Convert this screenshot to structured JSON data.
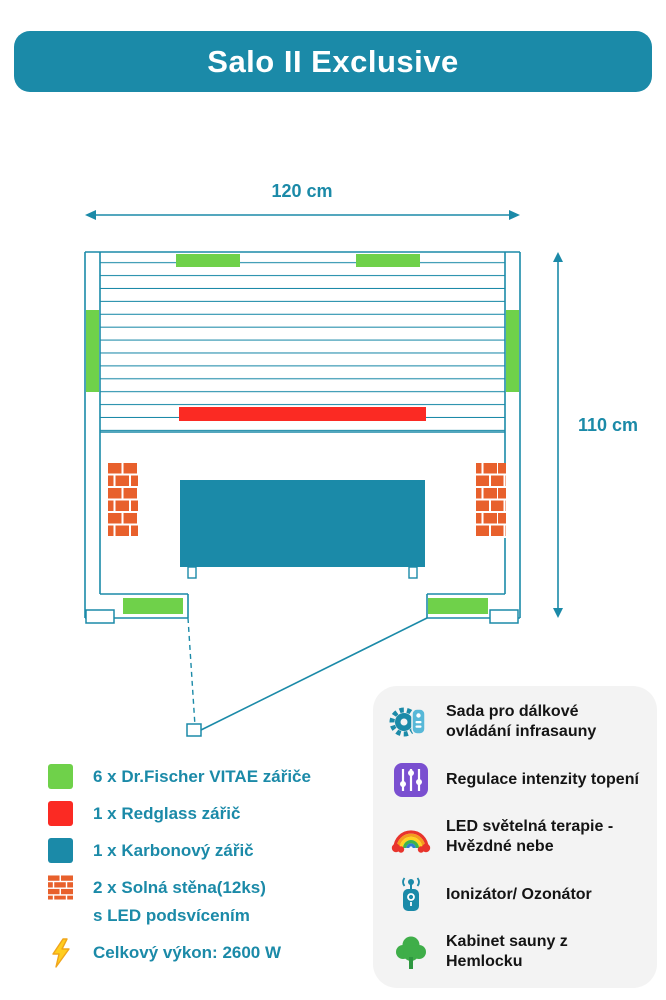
{
  "header": {
    "title": "Salo II Exclusive"
  },
  "diagram": {
    "width_label": "120 cm",
    "height_label": "110 cm"
  },
  "legend": {
    "items": [
      {
        "icon": "green-square",
        "color": "#6fd14a",
        "label": "6 x Dr.Fischer VITAE zářiče"
      },
      {
        "icon": "red-square",
        "color": "#fb2a23",
        "label": "1 x Redglass zářič"
      },
      {
        "icon": "teal-square",
        "color": "#1b8aa8",
        "label": "1 x Karbonový zářič"
      },
      {
        "icon": "brick-wall",
        "color": "#e8602c",
        "label": "2 x Solná stěna(12ks)",
        "label_line2": "s LED podsvícením"
      },
      {
        "icon": "lightning-bolt",
        "color": "#ffce1f",
        "label": "Celkový výkon: 2600 W"
      }
    ]
  },
  "features": {
    "items": [
      {
        "icon": "remote-control-gear",
        "label": "Sada pro dálkové ovládání infrasauny"
      },
      {
        "icon": "intensity-sliders",
        "label": "Regulace intenzity topení"
      },
      {
        "icon": "rainbow",
        "label": "LED světelná terapie -Hvězdné nebe"
      },
      {
        "icon": "ionizer",
        "label": "Ionizátor/ Ozonátor"
      },
      {
        "icon": "tree",
        "label": "Kabinet sauny z Hemlocku"
      }
    ]
  },
  "colors": {
    "teal": "#1b8aa8",
    "green": "#6fd14a",
    "red": "#fb2a23",
    "brick_orange": "#e8602c",
    "purple": "#7a4fd0",
    "bolt_yellow": "#ffce1f",
    "feature_box_bg": "#f3f3f3"
  }
}
